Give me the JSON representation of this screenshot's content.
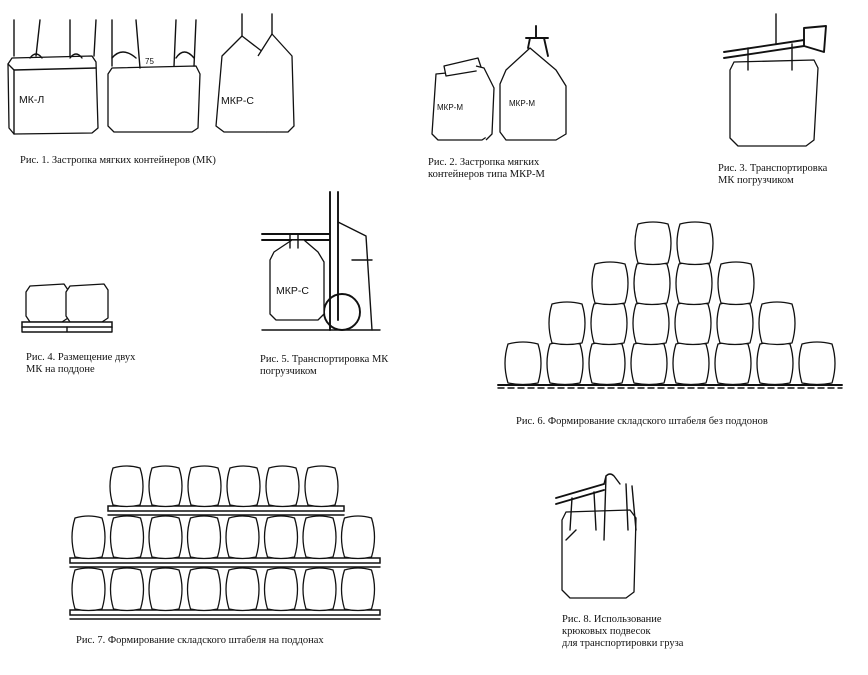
{
  "figures": {
    "fig1": {
      "caption": "Рис. 1.  Застропка мягких контейнеров (МК)",
      "labels": [
        "МК-Л",
        "МКР-С"
      ]
    },
    "fig2": {
      "caption_lines": [
        "Рис. 2.  Застропка мягких",
        "контейнеров типа МКР-М"
      ],
      "labels": [
        "МКР-М",
        "МКР-М"
      ]
    },
    "fig3": {
      "caption_lines": [
        "Рис. 3.  Транспортировка",
        "МК погрузчиком"
      ]
    },
    "fig4": {
      "caption_lines": [
        "Рис. 4.  Размещение двух",
        "МК на поддоне"
      ]
    },
    "fig5": {
      "caption_lines": [
        "Рис. 5.  Транспортировка МК",
        "погрузчиком"
      ],
      "labels": [
        "МКР-С"
      ]
    },
    "fig6": {
      "caption": "Рис. 6.  Формирование складского штабеля без поддонов"
    },
    "fig7": {
      "caption": "Рис. 7.  Формирование складского штабеля на поддонах"
    },
    "fig8": {
      "caption_lines": [
        "Рис. 8.  Использование",
        "крюковых подвесок",
        "для транспортировки груза"
      ]
    }
  }
}
